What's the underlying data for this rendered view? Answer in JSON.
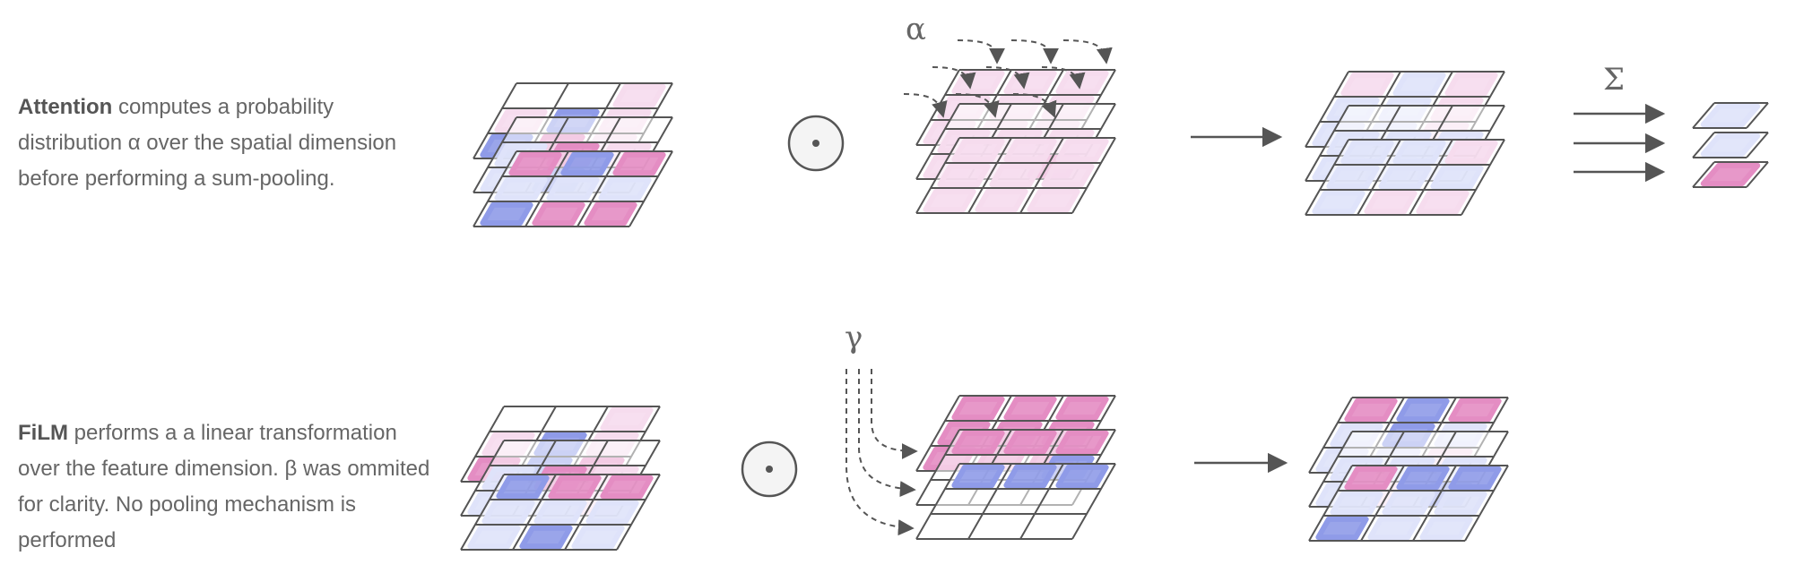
{
  "attention": {
    "caption_bold": "Attention",
    "caption_rest": " computes a probability distribution α over the spatial dimension before performing a sum-pooling.",
    "weight_symbol": "α",
    "pool_symbol": "Σ",
    "operator_symbol": "•"
  },
  "film": {
    "caption_bold": "FiLM",
    "caption_rest": " performs a a linear transformation over the feature dimension. β was ommited for clarity. No pooling mechanism is performed",
    "weight_symbol": "γ",
    "operator_symbol": "•"
  },
  "colors": {
    "grid_stroke": "#555555",
    "arrow": "#555555",
    "blue_strong": "#8f9be8",
    "blue_light": "#dfe3fa",
    "pink_strong": "#e48dc3",
    "pink_light": "#f6dcee"
  }
}
